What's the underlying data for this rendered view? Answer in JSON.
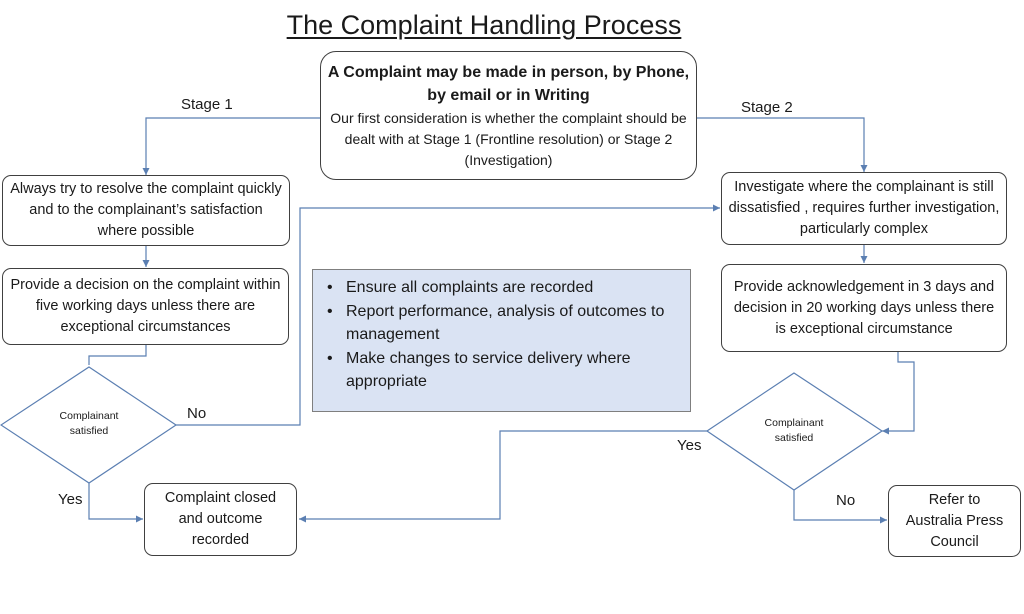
{
  "title": "The Complaint Handling Process",
  "start": {
    "heading": "A Complaint may be made in person, by Phone, by email or in Writing",
    "body": "Our first consideration is whether the complaint should be dealt with at Stage 1 (Frontline resolution) or Stage 2 (Investigation)"
  },
  "stage1": {
    "label": "Stage 1",
    "resolve": "Always try to resolve the complaint quickly and to the complainant’s satisfaction where possible",
    "decision": "Provide a decision on the complaint within five working days unless there are exceptional circumstances",
    "diamond": "Complainant satisfied",
    "no_label": "No",
    "yes_label": "Yes"
  },
  "stage2": {
    "label": "Stage 2",
    "investigate": "Investigate where the complainant is still dissatisfied , requires further investigation, particularly complex",
    "acknowledge": "Provide acknowledgement in 3 days and decision in 20 working days unless there is exceptional circumstance",
    "diamond": "Complainant satisfied",
    "yes_label": "Yes",
    "no_label": "No"
  },
  "closed": "Complaint closed and outcome recorded",
  "refer": "Refer to Australia Press Council",
  "notes": [
    "Ensure all complaints are recorded",
    "Report performance, analysis of outcomes to management",
    "Make changes to service delivery where appropriate"
  ],
  "colors": {
    "line": "#5b7fb2",
    "box_border": "#404040",
    "notes_fill": "#dae3f3",
    "notes_border": "#7f7f7f"
  }
}
